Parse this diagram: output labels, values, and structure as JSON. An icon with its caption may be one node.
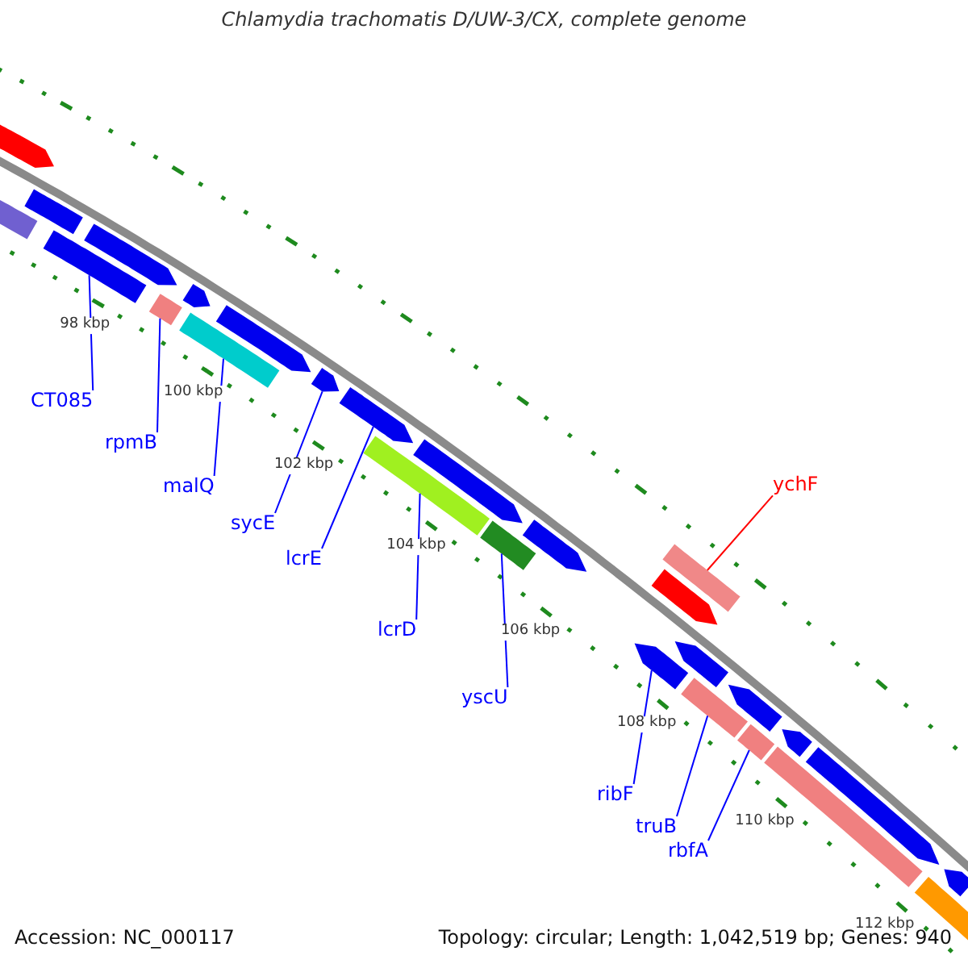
{
  "diagram": {
    "title": "Chlamydia trachomatis D/UW-3/CX, complete genome",
    "nodes": [
      {
        "text": [
          "CT085"
        ]
      },
      {
        "text": [],
        "shape": "bar"
      },
      {
        "text": [
          "rpmB"
        ]
      },
      {
        "text": [],
        "shape": "bar"
      },
      {
        "text": [
          "malQ"
        ]
      },
      {
        "text": [],
        "shape": "bar"
      },
      {
        "text": [
          "sycE"
        ]
      },
      {
        "text": [],
        "shape": "arrow"
      },
      {
        "text": [
          "lcrE"
        ]
      },
      {
        "text": [],
        "shape": "arrow"
      },
      {
        "text": [
          "lcrD"
        ]
      },
      {
        "text": [],
        "shape": "bar"
      },
      {
        "text": [
          "yscU"
        ]
      },
      {
        "text": [],
        "shape": "bar"
      },
      {
        "text": [
          "ychF"
        ]
      },
      {
        "text": [],
        "shape": "bar"
      },
      {
        "text": [
          "ribF"
        ]
      },
      {
        "text": [],
        "shape": "arrow"
      },
      {
        "text": [
          "truB"
        ]
      },
      {
        "text": [],
        "shape": "bar"
      },
      {
        "text": [
          "rbfA"
        ]
      },
      {
        "text": [],
        "shape": "bar"
      },
      {
        "text": [],
        "shape": "arrow"
      },
      {
        "text": [],
        "shape": "bar"
      },
      {
        "text": [],
        "shape": "bar"
      },
      {
        "text": [],
        "shape": "arrow"
      },
      {
        "text": [],
        "shape": "arrow"
      },
      {
        "text": [],
        "shape": "arrow"
      },
      {
        "text": [],
        "shape": "arrow"
      },
      {
        "text": [],
        "shape": "arrow"
      },
      {
        "text": [],
        "shape": "arrow"
      },
      {
        "text": [],
        "shape": "arrow"
      },
      {
        "text": [],
        "shape": "arrow"
      },
      {
        "text": [],
        "shape": "arrow"
      },
      {
        "text": [],
        "shape": "bar"
      },
      {
        "text": [],
        "shape": "arrow"
      },
      {
        "text": [],
        "shape": "bar"
      },
      {
        "text": [],
        "shape": "arrow"
      }
    ],
    "edges": [
      {
        "from": 0,
        "to": 1,
        "arrow": "none"
      },
      {
        "from": 2,
        "to": 3,
        "arrow": "none"
      },
      {
        "from": 4,
        "to": 5,
        "arrow": "none"
      },
      {
        "from": 6,
        "to": 7,
        "arrow": "none"
      },
      {
        "from": 8,
        "to": 9,
        "arrow": "none"
      },
      {
        "from": 10,
        "to": 11,
        "arrow": "none"
      },
      {
        "from": 12,
        "to": 13,
        "arrow": "none"
      },
      {
        "from": 14,
        "to": 15,
        "arrow": "none",
        "color": "#ff0000"
      },
      {
        "from": 16,
        "to": 17,
        "arrow": "none"
      },
      {
        "from": 18,
        "to": 19,
        "arrow": "none"
      },
      {
        "from": 20,
        "to": 21,
        "arrow": "none"
      }
    ],
    "labels": [
      "98 kbp",
      "100 kbp",
      "102 kbp",
      "104 kbp",
      "106 kbp",
      "108 kbp",
      "110 kbp",
      "112 kbp",
      "Accession: NC_000117",
      "Topology: circular; Length: 1,042,519 bp; Genes: 940"
    ]
  }
}
